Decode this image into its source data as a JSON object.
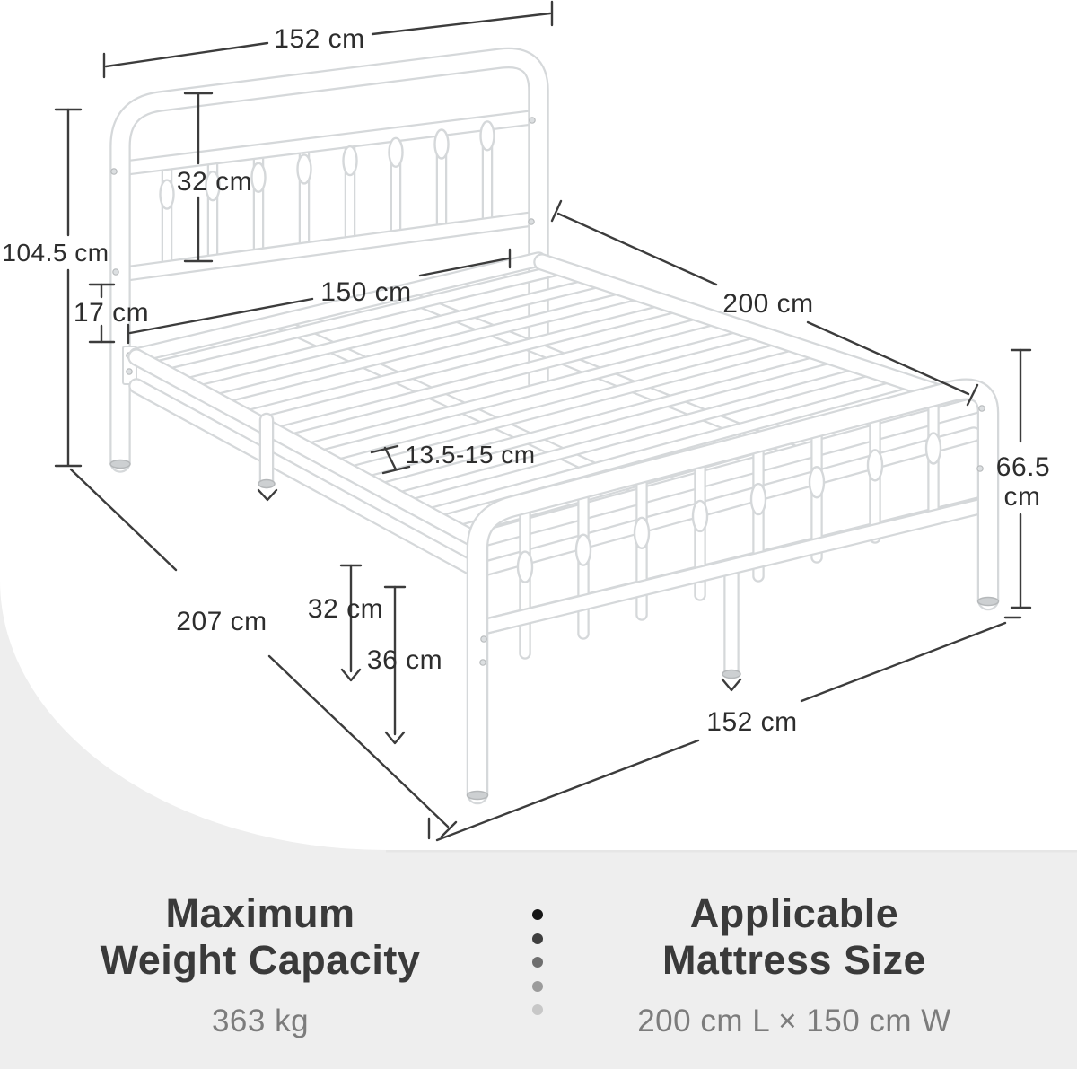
{
  "dimensions": {
    "top_width": "152 cm",
    "headboard_bar": "32 cm",
    "headboard_height": "104.5 cm",
    "frame_clearance": "17 cm",
    "inner_width": "150 cm",
    "mattress_length": "200 cm",
    "slat_gap": "13.5-15 cm",
    "footboard_height_value": "66.5",
    "footboard_height_unit": "cm",
    "total_length": "207 cm",
    "under_bed_clearance": "32 cm",
    "frame_top_height": "36 cm",
    "footboard_width": "152 cm"
  },
  "specs": {
    "weight": {
      "title_line1": "Maximum",
      "title_line2": "Weight Capacity",
      "value": "363 kg"
    },
    "mattress": {
      "title_line1": "Applicable",
      "title_line2": "Mattress Size",
      "value": "200 cm L × 150 cm W"
    }
  },
  "divider": {
    "dot_colors": [
      "#161616",
      "#3e3e3e",
      "#6e6e6e",
      "#9b9b9b",
      "#c7c7c7"
    ]
  },
  "colors": {
    "background": "#eeeeee",
    "canvas": "#ffffff",
    "band_edge": "#e2e2e2",
    "dimension_line": "#3c3c3c",
    "label_text": "#2d2d2d",
    "tube_outline": "#d5d8da",
    "tube_fill": "#ffffff",
    "foot_fill": "#cdd0d2",
    "foot_stroke": "#b5b8ba",
    "screw_fill": "#dcdfe1",
    "screw_stroke": "#b8bbbd",
    "spec_title": "#3a3a3a",
    "spec_value": "#7c7c7c"
  }
}
